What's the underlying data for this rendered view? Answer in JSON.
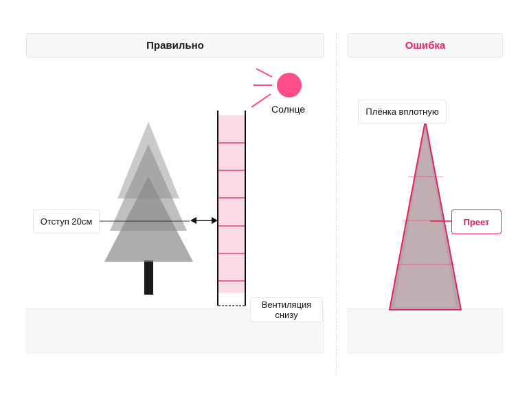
{
  "panels": {
    "correct": {
      "title": "Правильно"
    },
    "error": {
      "title": "Ошибка"
    }
  },
  "labels": {
    "sun": "Солнце",
    "offset": "Отступ 20см",
    "ventilation_line1": "Вентиляция",
    "ventilation_line2": "снизу",
    "film_tight": "Плёнка вплотную",
    "steam": "Преет"
  },
  "colors": {
    "accent": "#e0245e",
    "sun": "#ff4d8a",
    "screen_fill": "#fadbe3",
    "tree": "#8a8a8a",
    "trunk": "#1a1a1a",
    "wrapped_tree": "#b8a3a8"
  }
}
